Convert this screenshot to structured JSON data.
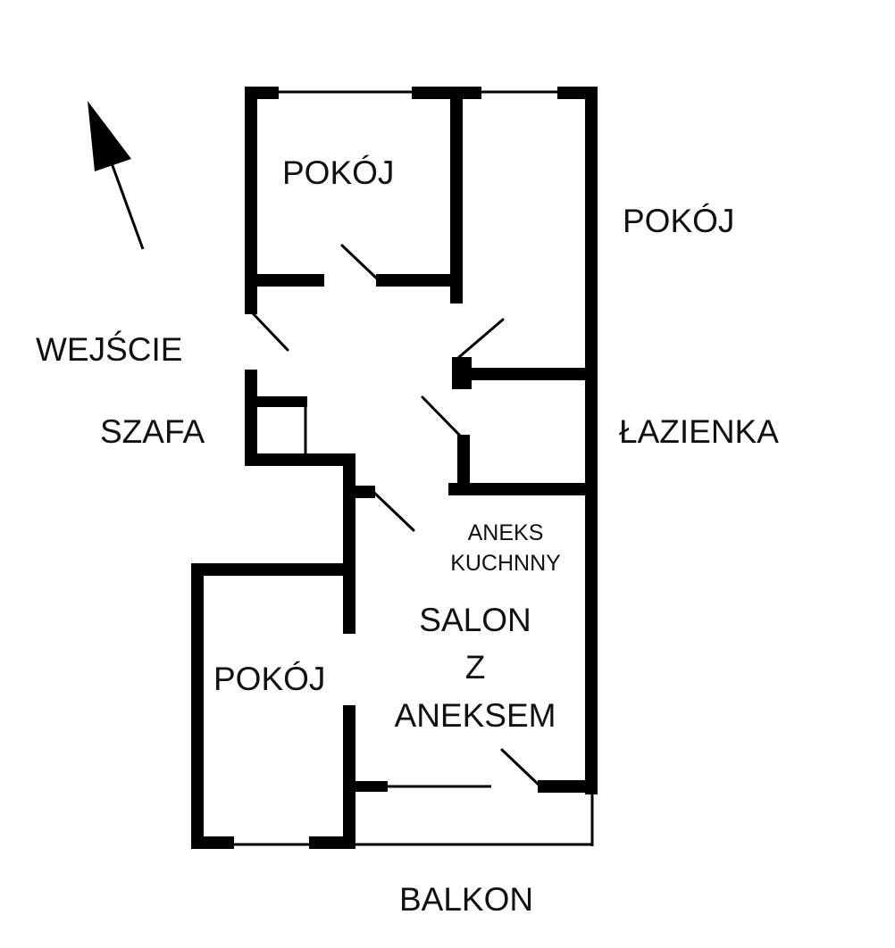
{
  "labels": {
    "room_top": "POKÓJ",
    "room_right": "POKÓJ",
    "entrance": "WEJŚCIE",
    "wardrobe": "SZAFA",
    "bathroom": "ŁAZIENKA",
    "kitchenette_line1": "ANEKS",
    "kitchenette_line2": "KUCHNNY",
    "salon_line1": "SALON",
    "salon_line2": "Z",
    "salon_line3": "ANEKSEM",
    "room_bottom": "POKÓJ",
    "balcony": "BALKON"
  },
  "colors": {
    "wall": "#000000",
    "text": "#111111",
    "background": "#ffffff"
  },
  "icons": {
    "north_arrow": "arrow-up-left-icon"
  }
}
